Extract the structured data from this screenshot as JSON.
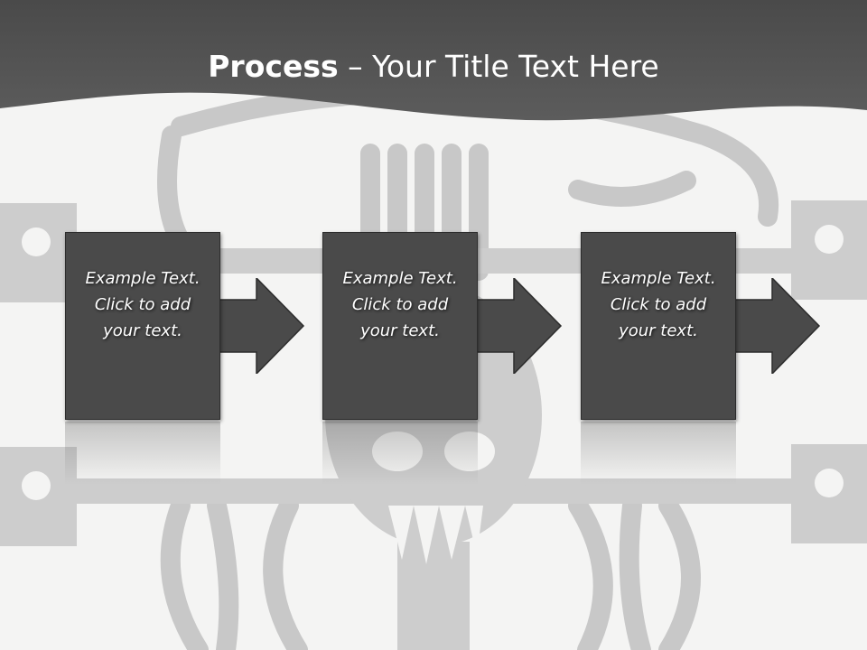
{
  "slide": {
    "title_bold": "Process",
    "title_rest": " – Your Title Text Here"
  },
  "steps": [
    {
      "text": "Example Text.\nClick  to add\nyour text."
    },
    {
      "text": "Example Text.\nClick  to add\nyour text."
    },
    {
      "text": "Example Text.\nClick  to add\nyour text."
    }
  ],
  "colors": {
    "header": "#4f4f4f",
    "box": "#4a4a4a",
    "arrow": "#4a4a4a",
    "background": "#f4f4f3",
    "artwork": "#c4c4c4"
  }
}
